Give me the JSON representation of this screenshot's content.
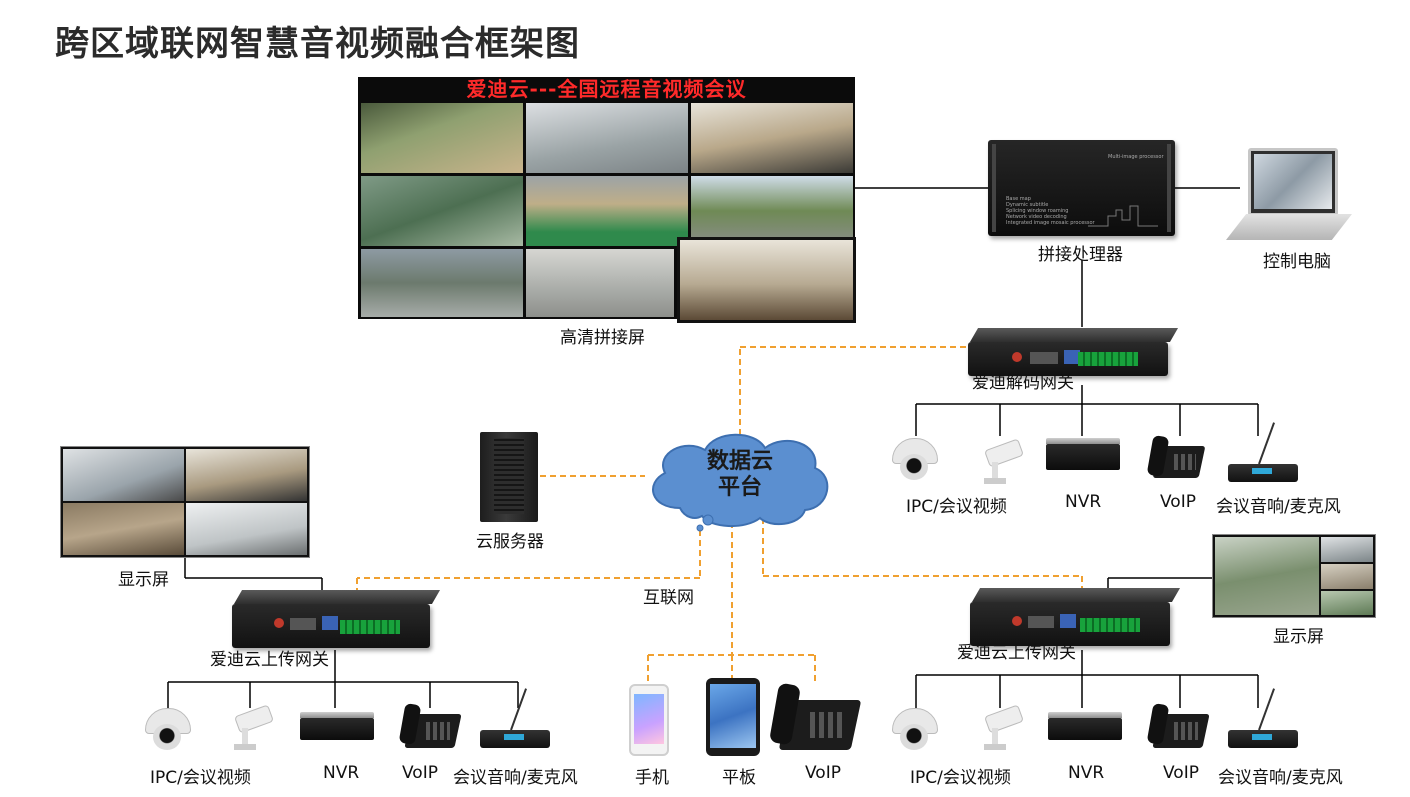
{
  "title": "跨区域联网智慧音视频融合框架图",
  "video_wall": {
    "banner": "爱迪云---全国远程音视频会议",
    "label": "高清拼接屏"
  },
  "processor": {
    "label": "拼接处理器"
  },
  "control_pc": {
    "label": "控制电脑"
  },
  "decode_gateway": {
    "label": "爱迪解码网关"
  },
  "cloud": {
    "line1": "数据云",
    "line2": "平台"
  },
  "cloud_server": {
    "label": "云服务器"
  },
  "internet": {
    "label": "互联网"
  },
  "left_display": {
    "label": "显示屏"
  },
  "left_gateway": {
    "label": "爱迪云上传网关"
  },
  "right_display": {
    "label": "显示屏"
  },
  "right_gateway": {
    "label": "爱迪云上传网关"
  },
  "top_devices": [
    "IPC/会议视频",
    "NVR",
    "VoIP",
    "会议音响/麦克风"
  ],
  "left_devices": [
    "IPC/会议视频",
    "NVR",
    "VoIP",
    "会议音响/麦克风"
  ],
  "right_devices": [
    "IPC/会议视频",
    "NVR",
    "VoIP",
    "会议音响/麦克风"
  ],
  "mobile_devices": [
    "手机",
    "平板",
    "VoIP"
  ],
  "colors": {
    "dashed": "#f0a030",
    "solid": "#000000",
    "cloud": "#5b8fd0",
    "banner": "#ff2a2a"
  }
}
